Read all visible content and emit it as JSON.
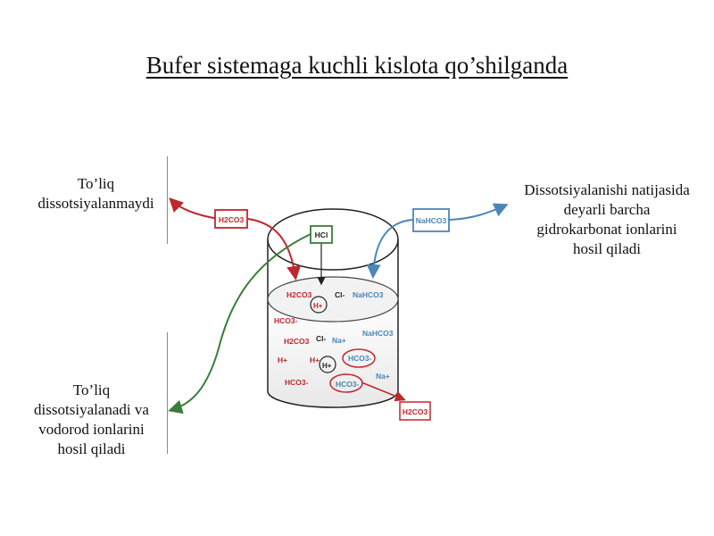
{
  "title": "Bufer sistemaga kuchli kislota qo’shilganda",
  "left_top_text": [
    "To’liq",
    "dissotsiyalanmaydi"
  ],
  "left_bottom_text": [
    "To’liq",
    "dissotsiyalanadi va",
    "vodorod ionlarini",
    "hosil qiladi"
  ],
  "right_text": [
    "Dissotsiyalanishi natijasida",
    "deyarli barcha",
    "gidrokarbonat ionlarini",
    "hosil qiladi"
  ],
  "boxes": {
    "h2co3_top": "H2CO3",
    "hcl": "HCl",
    "nahco3": "NaHCO3",
    "h2co3_out": "H2CO3"
  },
  "beaker_labels": {
    "h2co3_a": "H2CO3",
    "cl_a": "Cl-",
    "nahco3_a": "NaHCO3",
    "hplus_a": "H+",
    "hco3_a": "HCO3-",
    "h2co3_b": "H2CO3",
    "cl_b": "Cl-",
    "na_a": "Na+",
    "nahco3_b": "NaHCO3",
    "hplus_b": "H+",
    "hplus_c": "H+",
    "hplus_d": "H+",
    "hco3_b": "HCO3-",
    "hco3_c": "HCO3-",
    "hco3_d": "HCO3-",
    "na_b": "Na+"
  },
  "colors": {
    "red": "#c0272d",
    "green": "#3a7d3a",
    "blue": "#4a86b8",
    "dark": "#222222"
  }
}
